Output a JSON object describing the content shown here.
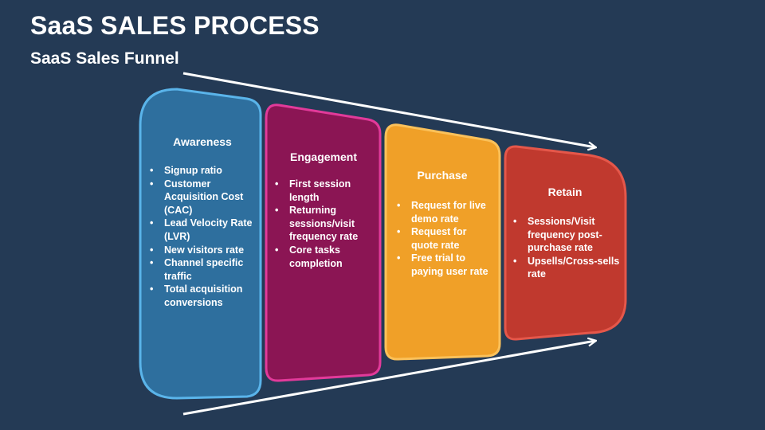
{
  "title": "SaaS SALES PROCESS",
  "subtitle": "SaaS Sales Funnel",
  "colors": {
    "background": "#243a55",
    "awareness": "#2e6f9e",
    "awareness_border": "#5ab4ea",
    "engagement": "#8b1554",
    "engagement_border": "#e23a9a",
    "purchase": "#f0a028",
    "purchase_border": "#fbc15a",
    "retain": "#c0392e",
    "retain_border": "#e5574a",
    "arrow": "#ffffff"
  },
  "stages": [
    {
      "name": "Awareness",
      "items": [
        "Signup ratio",
        "Customer Acquisition Cost (CAC)",
        "Lead Velocity Rate (LVR)",
        "New visitors rate",
        "Channel specific traffic",
        "Total acquisition conversions"
      ]
    },
    {
      "name": "Engagement",
      "items": [
        "First session length",
        "Returning sessions/visit frequency rate",
        "Core tasks completion"
      ]
    },
    {
      "name": "Purchase",
      "items": [
        "Request for live demo rate",
        "Request for quote rate",
        "Free trial to paying user rate"
      ]
    },
    {
      "name": "Retain",
      "items": [
        "Sessions/Visit frequency post-purchase rate",
        "Upsells/Cross-sells rate"
      ]
    }
  ]
}
